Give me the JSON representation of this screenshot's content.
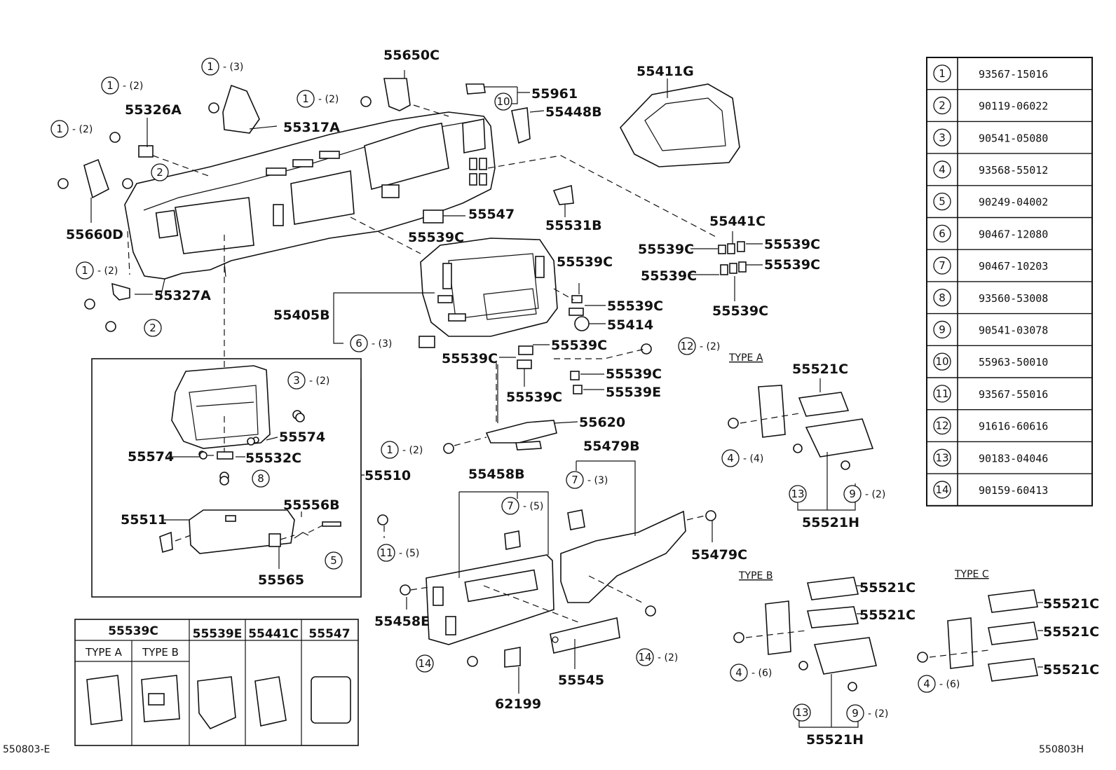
{
  "table": {
    "rows": [
      {
        "num": "1",
        "part": "93567-15016"
      },
      {
        "num": "2",
        "part": "90119-06022"
      },
      {
        "num": "3",
        "part": "90541-05080"
      },
      {
        "num": "4",
        "part": "93568-55012"
      },
      {
        "num": "5",
        "part": "90249-04002"
      },
      {
        "num": "6",
        "part": "90467-12080"
      },
      {
        "num": "7",
        "part": "90467-10203"
      },
      {
        "num": "8",
        "part": "93560-53008"
      },
      {
        "num": "9",
        "part": "90541-03078"
      },
      {
        "num": "10",
        "part": "55963-50010"
      },
      {
        "num": "11",
        "part": "93567-55016"
      },
      {
        "num": "12",
        "part": "91616-60616"
      },
      {
        "num": "13",
        "part": "90183-04046"
      },
      {
        "num": "14",
        "part": "90159-60413"
      }
    ]
  },
  "legend": {
    "h1": "55539C",
    "h2": "55539E",
    "h3": "55441C",
    "h4": "55547",
    "sub1": "TYPE A",
    "sub2": "TYPE B"
  },
  "types": {
    "a": "TYPE A",
    "b": "TYPE B",
    "c": "TYPE C"
  },
  "codes": {
    "left": "550803-E",
    "right": "550803H"
  },
  "labels": {
    "p55650C": "55650C",
    "p55961": "55961",
    "p55448B": "55448B",
    "p55411G": "55411G",
    "p55326A": "55326A",
    "p55317A": "55317A",
    "p55660D": "55660D",
    "p55327A": "55327A",
    "p55547": "55547",
    "p55539C_a": "55539C",
    "p55531B": "55531B",
    "p55441C": "55441C",
    "p55539C_b": "55539C",
    "p55539C_c": "55539C",
    "p55539C_d": "55539C",
    "p55539C_e": "55539C",
    "p55539C_f": "55539C",
    "p55539C_g": "55539C",
    "p55405B": "55405B",
    "p55539C_h": "55539C",
    "p55414": "55414",
    "p55539C_i": "55539C",
    "p55539C_j": "55539C",
    "p55539C_k": "55539C",
    "p55539E": "55539E",
    "p55539C_l": "55539C",
    "p55620": "55620",
    "p55521C_a": "55521C",
    "p55574_a": "55574",
    "p55574_b": "55574",
    "p55532C": "55532C",
    "p55510": "55510",
    "p55511": "55511",
    "p55556B": "55556B",
    "p55565": "55565",
    "p55458B": "55458B",
    "p55479B": "55479B",
    "p55479C": "55479C",
    "p55458E": "55458E",
    "p55545": "55545",
    "p62199": "62199",
    "p55521H_a": "55521H",
    "p55521C_b1": "55521C",
    "p55521C_b2": "55521C",
    "p55521H_b": "55521H",
    "p55521C_c1": "55521C",
    "p55521C_c2": "55521C",
    "p55521C_c3": "55521C"
  },
  "qty": {
    "q2": "- (2)",
    "q3": "- (3)",
    "q4": "- (4)",
    "q5": "- (5)",
    "q6": "- (6)"
  }
}
